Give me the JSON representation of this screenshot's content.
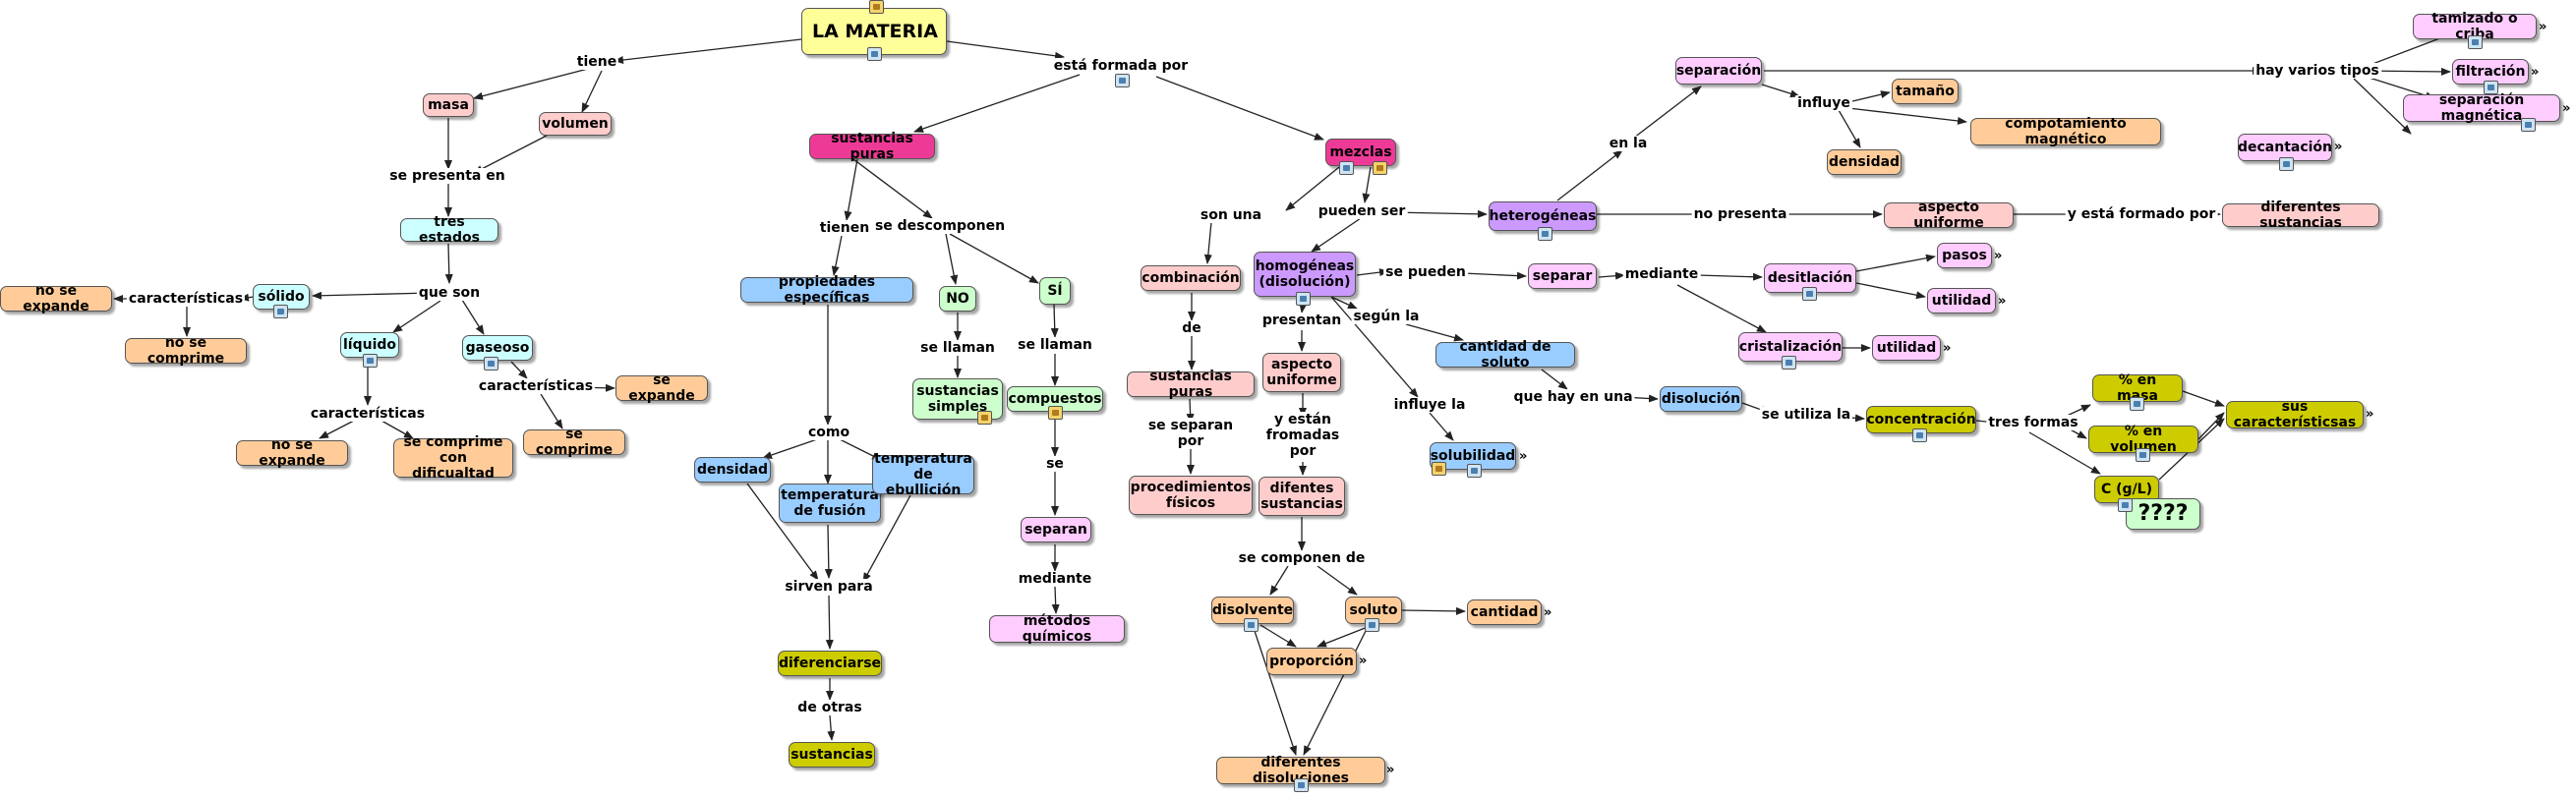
{
  "nodes": {
    "la_materia": "LA MATERIA",
    "masa": "masa",
    "volumen": "volumen",
    "tres_estados": "tres estados",
    "solido": "sólido",
    "no_se_expande_1": "no se expande",
    "no_se_comprime": "no se comprime",
    "liquido": "líquido",
    "gaseoso": "gaseoso",
    "se_expande": "se expande",
    "se_comprime": "se comprime",
    "no_se_expande_2": "no se expande",
    "se_comprime_dificultad": "se comprime\ncon dificualtad",
    "sustancias_puras": "sustancias puras",
    "propiedades_especificas": "propiedades específicas",
    "densidad_1": "densidad",
    "temp_fusion": "temperatura\nde fusión",
    "temp_ebullicion": "temperatura\nde ebullición",
    "diferenciarse": "diferenciarse",
    "sustancias": "sustancias",
    "no": "NO",
    "si": "SÍ",
    "sustancias_simples": "sustancias\nsimples",
    "compuestos": "compuestos",
    "separan": "separan",
    "metodos_quimicos": "métodos químicos",
    "mezclas": "mezclas",
    "combinacion": "combinación",
    "sustancias_puras_2": "sustancias puras",
    "procedimientos_fisicos": "procedimientos\nfísicos",
    "homogeneas": "homogéneas\n(disolución)",
    "aspecto_uniforme_1": "aspecto\nuniforme",
    "diferentes_sustancias_1": "difentes\nsustancias",
    "disolvente": "disolvente",
    "soluto": "soluto",
    "cantidad": "cantidad",
    "proporcion": "proporción",
    "diferentes_disoluciones": "diferentes disoluciones",
    "cantidad_de_soluto": "cantidad de soluto",
    "solubilidad": "solubilidad",
    "disolucion": "disolución",
    "concentracion": "concentración",
    "pct_masa": "% en masa",
    "pct_volumen": "% en volumen",
    "c_gl": "C (g/L)",
    "interrogacion": "????",
    "sus_caracteristicas": "sus característicsas",
    "heterogeneas": "heterogéneas",
    "aspecto_uniforme_2": "aspecto uniforme",
    "diferentes_sustancias_2": "diferentes sustancias",
    "separacion": "separación",
    "tamano": "tamaño",
    "comportamiento_magnetico": "compotamiento magnético",
    "densidad_2": "densidad",
    "tamizado": "tamizado o criba",
    "filtracion": "filtración",
    "separacion_magnetica": "separación magnética",
    "decantacion": "decantación",
    "separar": "separar",
    "destilacion": "desitlación",
    "pasos": "pasos",
    "utilidad_1": "utilidad",
    "cristalizacion": "cristalización",
    "utilidad_2": "utilidad"
  },
  "phrases": {
    "tiene": "tiene",
    "esta_formada_por": "está formada por",
    "se_presenta_en": "se presenta en",
    "que_son": "que son",
    "caracteristicas_1": "características",
    "caracteristicas_2": "características",
    "caracteristicas_3": "características",
    "tienen": "tienen",
    "se_descomponen": "se descomponen",
    "como": "como",
    "sirven_para": "sirven para",
    "de_otras": "de otras",
    "se_llaman_1": "se llaman",
    "se_llaman_2": "se llaman",
    "se": "se",
    "mediante_1": "mediante",
    "son_una": "son una",
    "de": "de",
    "se_separan_por": "se separan\npor",
    "pueden_ser": "pueden ser",
    "presentan": "presentan",
    "y_estan_formadas_por": "y están\nfromadas\npor",
    "se_componen_de": "se componen de",
    "segun_la": "según la",
    "influye_la": "influye la",
    "que_hay_en_una": "que hay en una",
    "se_utiliza_la": "se utiliza la",
    "tres_formas": "tres formas",
    "se_pueden": "se pueden",
    "mediante_2": "mediante",
    "no_presenta": "no presenta",
    "y_esta_formado_por": "y está formado por",
    "en_la": "en la",
    "influye": "influye",
    "hay_varios_tipos": "hay varios tipos"
  },
  "colors": {
    "yellow": "#ffff99",
    "pink": "#ffcccc",
    "cyan": "#ccffff",
    "orange": "#ffcc99",
    "magenta": "#ee3a97",
    "blue": "#99ccff",
    "green": "#ccffcc",
    "olive": "#cccc00",
    "lilac": "#ffccff",
    "purple": "#cc99ff",
    "line": "#222222"
  }
}
